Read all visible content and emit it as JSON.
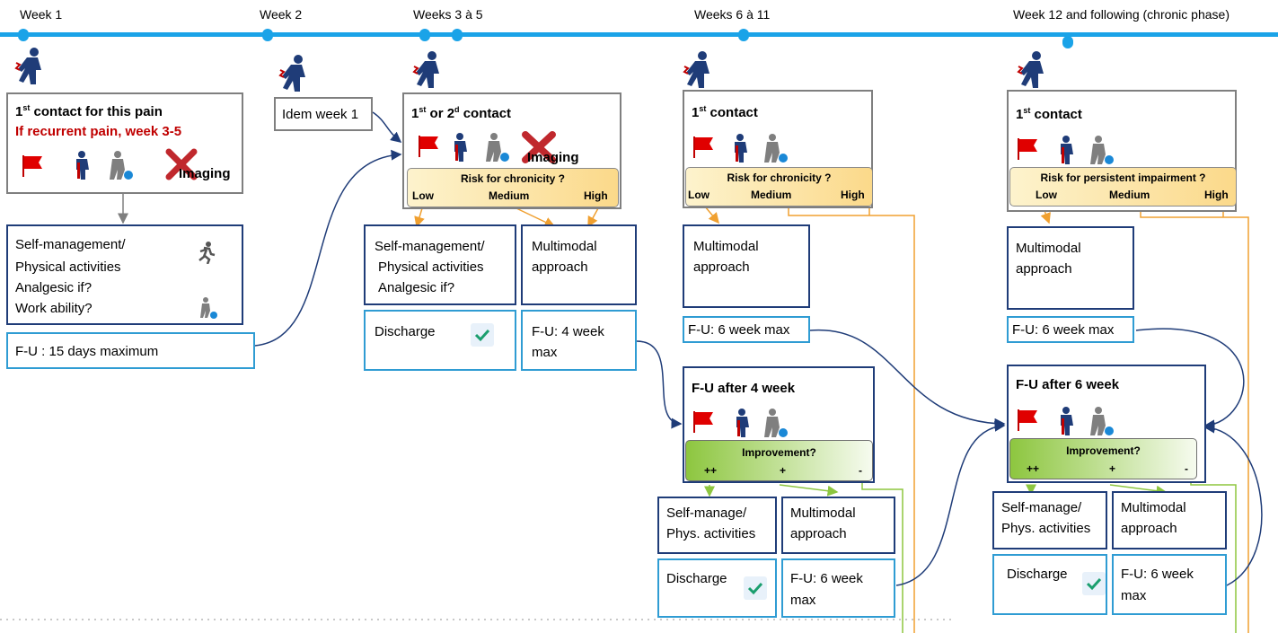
{
  "timeline": {
    "week1": "Week 1",
    "week2": "Week 2",
    "week3_5": "Weeks 3 à 5",
    "week6_11": "Weeks 6 à 11",
    "week12": "Week 12 and following (chronic phase)"
  },
  "col1": {
    "title_sup": "st",
    "title_pre": "1",
    "title_rest": " contact for this pain",
    "recurrent": "If recurrent pain, week 3-5",
    "imaging": "Imaging",
    "mgmt_lines": [
      "Self-management/",
      "Physical activities",
      "Analgesic if?",
      "Work ability?"
    ],
    "fu": "F-U : 15 days maximum"
  },
  "col2": {
    "idem": "Idem week 1"
  },
  "col3": {
    "title_pre": "1",
    "title_sup1": "st",
    "title_mid": " or 2",
    "title_sup2": "d",
    "title_rest": " contact",
    "imaging": "Imaging",
    "risk_title": "Risk for chronicity ?",
    "risk_low": "Low",
    "risk_med": "Medium",
    "risk_high": "High",
    "self_lines": [
      "Self-management/",
      "Physical activities",
      "Analgesic if?"
    ],
    "multimodal_lines": [
      "Multimodal",
      "approach"
    ],
    "discharge": "Discharge",
    "fu_lines": [
      "F-U: 4 week",
      "max"
    ]
  },
  "col4": {
    "title_pre": "1",
    "title_sup": "st",
    "title_rest": " contact",
    "risk_title": "Risk for chronicity ?",
    "risk_low": "Low",
    "risk_med": "Medium",
    "risk_high": "High",
    "multimodal_lines": [
      "Multimodal",
      "approach"
    ],
    "fu": "F-U: 6 week max",
    "fu_after": "F-U after 4 week",
    "impr_title": "Improvement?",
    "impr_pp": "++",
    "impr_p": "+",
    "impr_m": "-",
    "self_lines": [
      "Self-manage/",
      "Phys. activities"
    ],
    "multi2_lines": [
      "Multimodal",
      "approach"
    ],
    "discharge": "Discharge",
    "fu2_lines": [
      "F-U: 6 week",
      "max"
    ]
  },
  "col5": {
    "title_pre": "1",
    "title_sup": "st",
    "title_rest": " contact",
    "risk_title": "Risk for persistent impairment ?",
    "risk_low": "Low",
    "risk_med": "Medium",
    "risk_high": "High",
    "multimodal_lines": [
      "Multimodal",
      "approach"
    ],
    "fu": "F-U: 6 week max",
    "fu_after": "F-U after 6 week",
    "impr_title": "Improvement?",
    "impr_pp": "++",
    "impr_p": "+",
    "impr_m": "-",
    "self_lines": [
      "Self-manage/",
      "Phys. activities"
    ],
    "multi2_lines": [
      "Multimodal",
      "approach"
    ],
    "discharge": "Discharge",
    "fu2_lines": [
      "F-U: 6 week",
      "max"
    ]
  },
  "colors": {
    "timeline": "#1aa3e8",
    "navy": "#1f3c78",
    "orange": "#f0a030",
    "green": "#8dc63f",
    "red": "#c00000"
  }
}
